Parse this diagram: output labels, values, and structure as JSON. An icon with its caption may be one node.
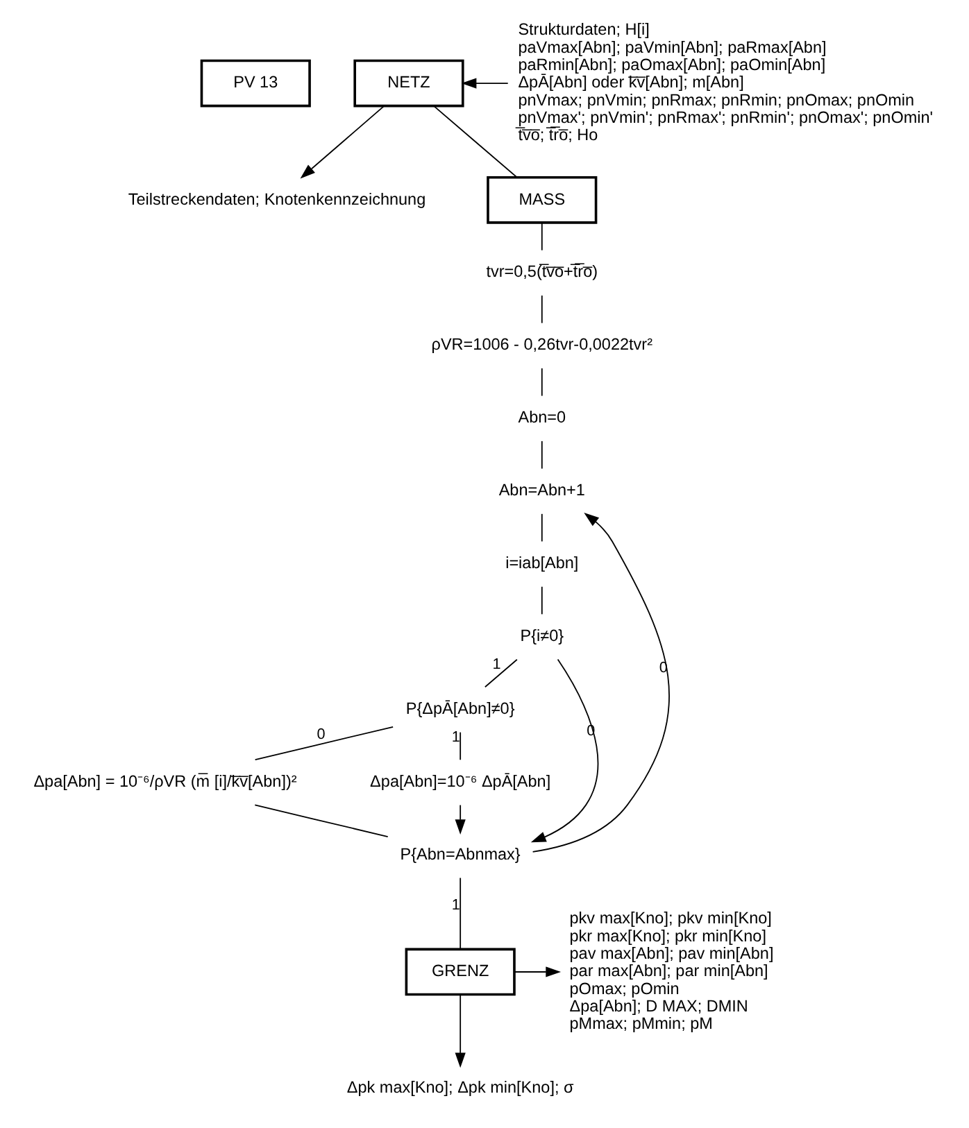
{
  "diagram": {
    "nodes": [
      {
        "text": [
          "PV 13"
        ]
      },
      {
        "text": [
          "NETZ"
        ]
      },
      {
        "text": [
          "Strukturdaten; H[i]",
          "paVmax[Abn]; paVmin[Abn]; paRmax[Abn]",
          "paRmin[Abn]; paOmax[Abn]; paOmin[Abn]",
          "ΔpĀ[Abn] oder k̅v̅[Abn]; m[Abn]",
          "pnVmax; pnVmin; pnRmax; pnRmin; pnOmax; pnOmin",
          "pnVmax'; pnVmin'; pnRmax'; pnRmin'; pnOmax'; pnOmin'",
          "t̅v̅o̅; t̅r̅o̅; Ho"
        ]
      },
      {
        "text": [
          "Teilstreckendaten; Knotenkennzeichnung"
        ]
      },
      {
        "text": [
          "MASS"
        ]
      },
      {
        "text": [
          "tvr=0,5(t̅v̅o̅+t̅r̅o̅)"
        ]
      },
      {
        "text": [
          "ρVR=1006 - 0,26tvr-0,0022tvr²"
        ]
      },
      {
        "text": [
          "Abn=0"
        ]
      },
      {
        "text": [
          "Abn=Abn+1"
        ]
      },
      {
        "text": [
          "i=iab[Abn]"
        ]
      },
      {
        "text": [
          "P{i≠0}"
        ]
      },
      {
        "text": [
          "P{ΔpĀ[Abn]≠0}"
        ]
      },
      {
        "text": [
          "Δpa[Abn] = 10⁻⁶/ρVR (m̅ [i]/k̅v̅[Abn])²"
        ]
      },
      {
        "text": [
          "Δpa[Abn]=10⁻⁶ ΔpĀ[Abn]"
        ]
      },
      {
        "text": [
          "P{Abn=Abnmax}"
        ]
      },
      {
        "text": [
          "GRENZ"
        ]
      },
      {
        "text": [
          "pkv max[Kno]; pkv min[Kno]",
          "pkr max[Kno]; pkr min[Kno]",
          "pav max[Abn]; pav min[Abn]",
          "par max[Abn]; par min[Abn]",
          "pOmax; pOmin",
          "Δpa[Abn]; D MAX; DMIN",
          "pMmax; pMmin; pM"
        ]
      },
      {
        "text": [
          "Δpk max[Kno]; Δpk min[Kno]; σ"
        ]
      }
    ],
    "edges": [
      {
        "from": 2,
        "to": 1,
        "arrow": "to"
      },
      {
        "from": 1,
        "to": 3,
        "arrow": "to"
      },
      {
        "from": 1,
        "to": 4,
        "arrow": "none"
      },
      {
        "from": 4,
        "to": 5,
        "arrow": "none"
      },
      {
        "from": 5,
        "to": 6,
        "arrow": "none"
      },
      {
        "from": 6,
        "to": 7,
        "arrow": "none"
      },
      {
        "from": 7,
        "to": 8,
        "arrow": "none"
      },
      {
        "from": 8,
        "to": 9,
        "arrow": "none"
      },
      {
        "from": 9,
        "to": 10,
        "arrow": "none"
      },
      {
        "from": 10,
        "to": 11,
        "label": "1",
        "arrow": "none"
      },
      {
        "from": 10,
        "to": 14,
        "label": "0",
        "arrow": "to"
      },
      {
        "from": 11,
        "to": 12,
        "label": "0",
        "arrow": "none"
      },
      {
        "from": 11,
        "to": 13,
        "label": "1",
        "arrow": "none"
      },
      {
        "from": 12,
        "to": 14,
        "arrow": "none"
      },
      {
        "from": 13,
        "to": 14,
        "arrow": "to"
      },
      {
        "from": 14,
        "to": 8,
        "label": "0",
        "arrow": "to"
      },
      {
        "from": 14,
        "to": 15,
        "label": "1",
        "arrow": "none"
      },
      {
        "from": 15,
        "to": 16,
        "arrow": "to"
      },
      {
        "from": 15,
        "to": 17,
        "arrow": "to"
      }
    ]
  }
}
